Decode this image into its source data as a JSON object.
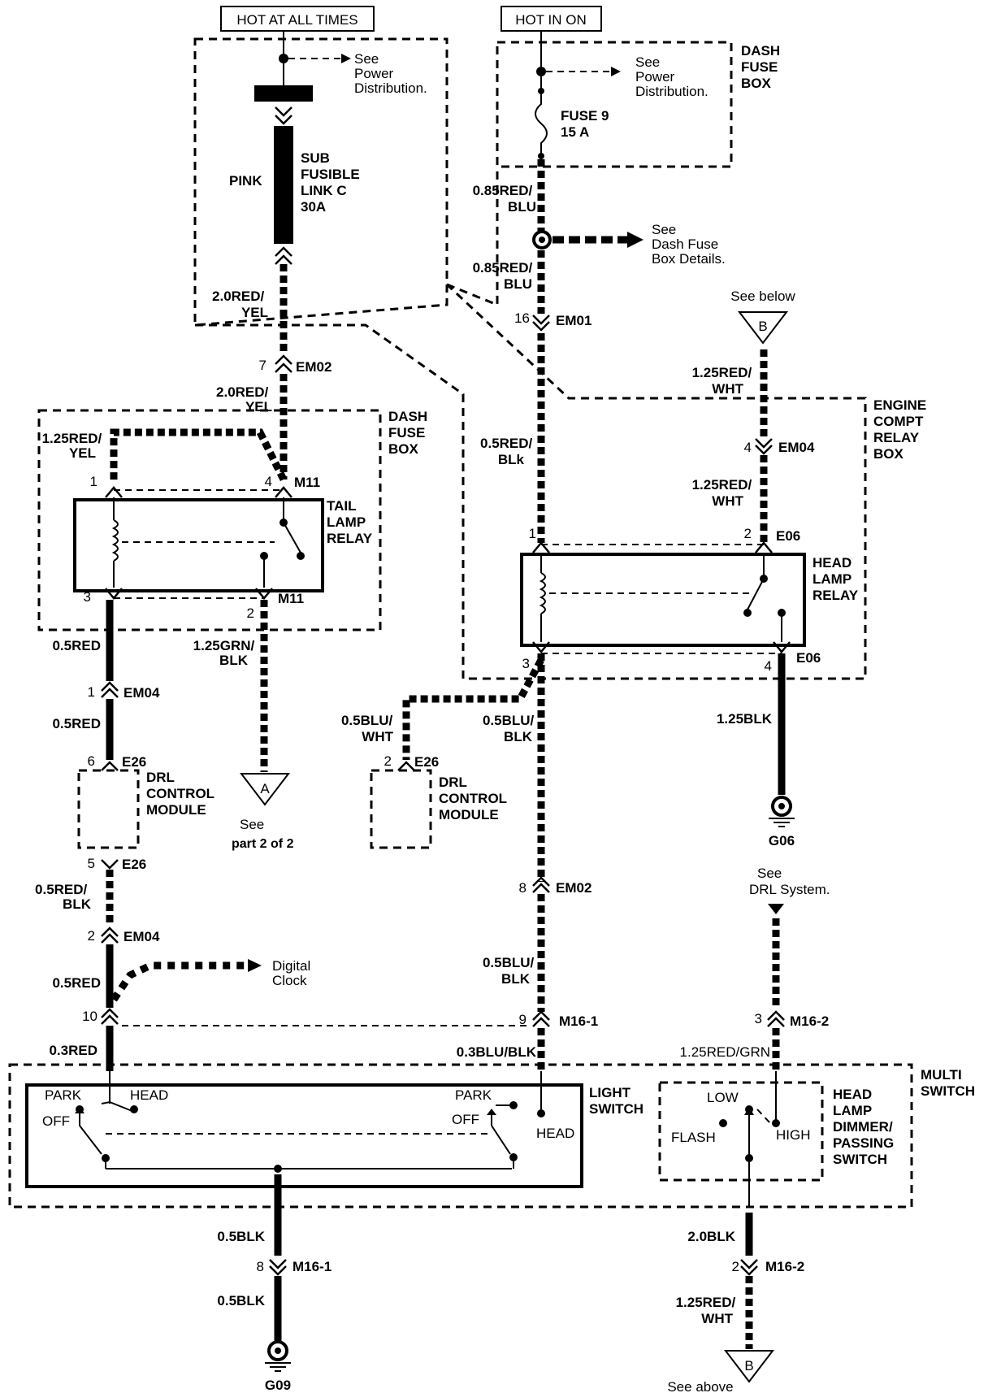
{
  "headers": {
    "hot_at_all_times": "HOT AT ALL TIMES",
    "hot_in_on": "HOT IN ON"
  },
  "boxes": {
    "dash_fuse_box_top": [
      "DASH",
      "FUSE",
      "BOX"
    ],
    "dash_fuse_box_left": [
      "DASH",
      "FUSE",
      "BOX"
    ],
    "engine_compt_relay_box": [
      "ENGINE",
      "COMPT",
      "RELAY",
      "BOX"
    ],
    "multi_switch": [
      "MULTI",
      "SWITCH"
    ]
  },
  "notes": {
    "see_power_distribution": [
      "See",
      "Power",
      "Distribution."
    ],
    "see_dash_fuse_box_details": [
      "See",
      "Dash Fuse",
      "Box Details."
    ],
    "see_below": "See below",
    "see_above": "See above",
    "see_part_2": [
      "See",
      "part 2 of 2"
    ],
    "see_drl_system": [
      "See",
      "DRL System."
    ],
    "digital_clock": [
      "Digital",
      "Clock"
    ]
  },
  "components": {
    "pink": "PINK",
    "sub_fusible_link": [
      "SUB",
      "FUSIBLE",
      "LINK C",
      "30A"
    ],
    "fuse9": [
      "FUSE 9",
      "15 A"
    ],
    "tail_lamp_relay": [
      "TAIL",
      "LAMP",
      "RELAY"
    ],
    "head_lamp_relay": [
      "HEAD",
      "LAMP",
      "RELAY"
    ],
    "drl_control_module": [
      "DRL",
      "CONTROL",
      "MODULE"
    ],
    "light_switch": [
      "LIGHT",
      "SWITCH"
    ],
    "dimmer_switch": [
      "HEAD",
      "LAMP",
      "DIMMER/",
      "PASSING",
      "SWITCH"
    ]
  },
  "switch_positions": {
    "park": "PARK",
    "head": "HEAD",
    "off": "OFF",
    "low": "LOW",
    "flash": "FLASH",
    "high": "HIGH"
  },
  "markers": {
    "a": "A",
    "b": "B"
  },
  "grounds": {
    "g06": "G06",
    "g09": "G09"
  },
  "wires": {
    "w_20red_yel_a": [
      "2.0RED/",
      "YEL"
    ],
    "w_20red_yel_b": [
      "2.0RED/",
      "YEL"
    ],
    "w_125red_yel": [
      "1.25RED/",
      "YEL"
    ],
    "w_085red_blu_a": [
      "0.85RED/",
      "BLU"
    ],
    "w_085red_blu_b": [
      "0.85RED/",
      "BLU"
    ],
    "w_05red_blk_a": [
      "0.5RED/",
      "BLk"
    ],
    "w_125red_wht_a": [
      "1.25RED/",
      "WHT"
    ],
    "w_125red_wht_b": [
      "1.25RED/",
      "WHT"
    ],
    "w_125red_wht_c": [
      "1.25RED/",
      "WHT"
    ],
    "w_05red_a": "0.5RED",
    "w_05red_b": "0.5RED",
    "w_05red_c": "0.5RED",
    "w_125grn_blk": [
      "1.25GRN/",
      "BLK"
    ],
    "w_05blu_wht": [
      "0.5BLU/",
      "WHT"
    ],
    "w_05blu_blk_a": [
      "0.5BLU/",
      "BLK"
    ],
    "w_05blu_blk_b": [
      "0.5BLU/",
      "BLK"
    ],
    "w_125blk": "1.25BLK",
    "w_05red_blk_b": [
      "0.5RED/",
      "BLK"
    ],
    "w_03red": "0.3RED",
    "w_03blu_blk": "0.3BLU/BLK",
    "w_125red_grn": "1.25RED/GRN",
    "w_05blk_a": "0.5BLK",
    "w_05blk_b": "0.5BLK",
    "w_20blk": "2.0BLK"
  },
  "connectors": {
    "em02": "EM02",
    "em01": "EM01",
    "em04": "EM04",
    "m11": "M11",
    "e06": "E06",
    "e26": "E26",
    "m16_1": "M16-1",
    "m16_2": "M16-2"
  },
  "pins": {
    "p1": "1",
    "p2": "2",
    "p3": "3",
    "p4": "4",
    "p5": "5",
    "p6": "6",
    "p7": "7",
    "p8": "8",
    "p9": "9",
    "p10": "10",
    "p16": "16"
  }
}
